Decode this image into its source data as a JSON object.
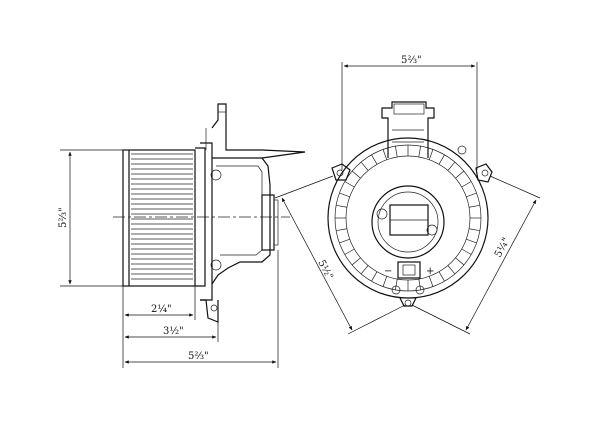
{
  "dimensions": {
    "side_height": "5⅔\"",
    "side_hub_width": "2¼\"",
    "side_mid_width": "3½\"",
    "side_total_width": "5⅔\"",
    "front_width": "5⅔\"",
    "front_left_diag": "5½\"",
    "front_right_diag": "5¼\""
  },
  "terminal_symbols": {
    "negative": "−",
    "positive": "+"
  }
}
